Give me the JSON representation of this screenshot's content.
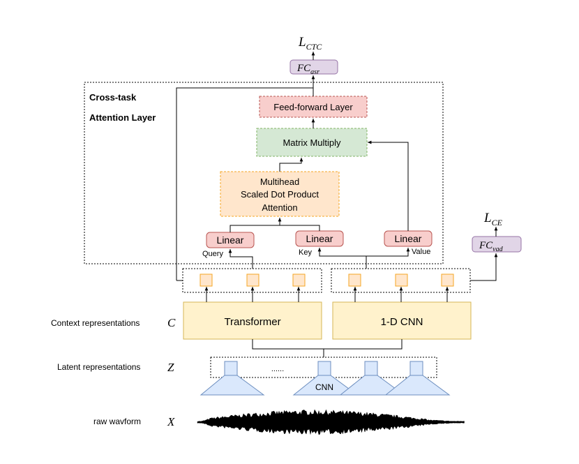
{
  "outputs": {
    "ctc_loss": {
      "main": "L",
      "sub": "CTC"
    },
    "ce_loss": {
      "main": "L",
      "sub": "CE"
    },
    "fc_asr": {
      "main": "FC",
      "sub": "asr"
    },
    "fc_vad": {
      "main": "FC",
      "sub": "vad"
    }
  },
  "attention_block": {
    "title_line1": "Cross-task",
    "title_line2": "Attention Layer",
    "feed_forward": "Feed-forward Layer",
    "matrix_multiply": "Matrix Multiply",
    "attention_line1": "Multihead",
    "attention_line2": "Scaled Dot Product",
    "attention_line3": "Attention",
    "linear_query": "Linear",
    "linear_key": "Linear",
    "linear_value": "Linear",
    "query_label": "Query",
    "key_label": "Key",
    "value_label": "Value"
  },
  "encoders": {
    "transformer": "Transformer",
    "cnn_1d": "1-D CNN"
  },
  "rows": {
    "context_label": "Context representations",
    "context_symbol": "C",
    "latent_label": "Latent representations",
    "latent_symbol": "Z",
    "waveform_label": "raw wavform",
    "waveform_symbol": "X"
  },
  "latent": {
    "ellipsis": "......",
    "cnn_label": "CNN"
  },
  "colors": {
    "linear_fill": "#f8cecc",
    "linear_stroke": "#b85450",
    "matrix_fill": "#d5e8d4",
    "matrix_stroke": "#82b366",
    "attention_fill": "#ffe6cc",
    "attention_stroke": "#f5a623",
    "encoder_fill": "#fff2cc",
    "encoder_stroke": "#d6b656",
    "fc_fill": "#e1d5e7",
    "fc_stroke": "#9673a6",
    "cnn_fill": "#dae8fc",
    "cnn_stroke": "#6c8ebf"
  }
}
